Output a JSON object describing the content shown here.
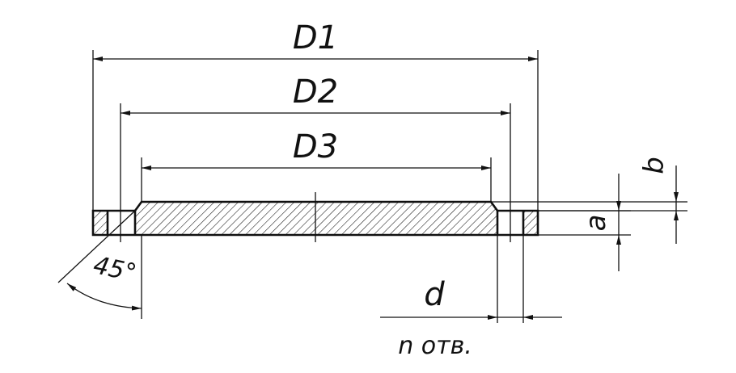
{
  "labels": {
    "d1": "D1",
    "d2": "D2",
    "d3": "D3",
    "a": "a",
    "b": "b",
    "d": "d",
    "angle": "45°",
    "holes": "n отв."
  },
  "colors": {
    "ink": "#111111",
    "background": "#ffffff"
  }
}
